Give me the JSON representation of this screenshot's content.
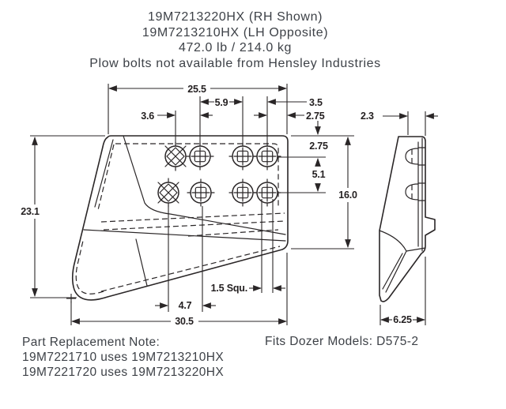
{
  "header": {
    "part_rh": "19M7213220HX (RH Shown)",
    "part_lh": "19M7213210HX (LH Opposite)",
    "weight": "472.0 lb / 214.0 kg",
    "bolt_note": "Plow bolts not available from Hensley Industries"
  },
  "drawing": {
    "dims": {
      "overall_width_top": "25.5",
      "hole_spacing_mid": "5.9",
      "hole_spacing_right": "3.5",
      "hole_offset_left": "3.6",
      "edge_offset_right": "2.75",
      "top_to_row1": "2.75",
      "row1_to_row2": "5.1",
      "plate_height": "16.0",
      "overall_height": "23.1",
      "square_hole": "1.5 Squ.",
      "row2_hole_spacing": "4.7",
      "overall_width_bottom": "30.5",
      "side_thickness": "2.3",
      "side_depth": "6.25"
    }
  },
  "footer": {
    "note_title": "Part Replacement Note:",
    "note_line1": "19M7221710 uses 19M7213210HX",
    "note_line2": "19M7221720 uses 19M7213220HX",
    "fits": "Fits Dozer Models: D575-2"
  },
  "colors": {
    "background": "#ffffff",
    "line": "#2a2627",
    "dim_text": "#231f20",
    "body_text": "#3d4147"
  }
}
